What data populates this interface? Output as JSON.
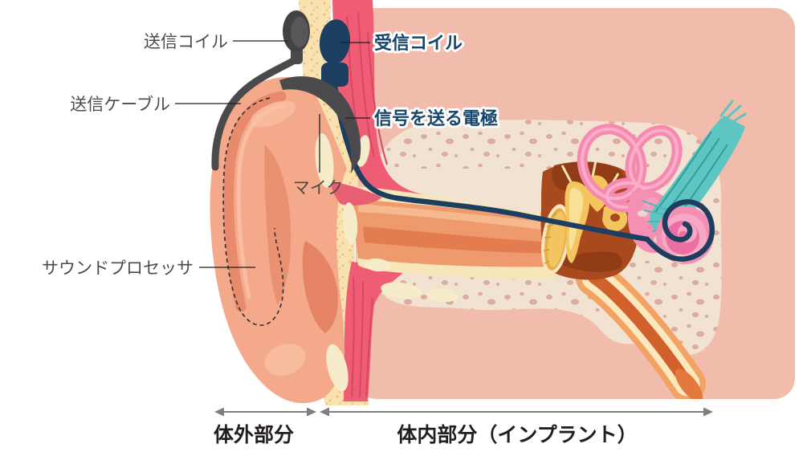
{
  "labels": {
    "transmitter_coil": "送信コイル",
    "transmitter_cable": "送信ケーブル",
    "microphone": "マイク",
    "sound_processor": "サウンドプロセッサ",
    "receiver_coil": "受信コイル",
    "electrode": "信号を送る電極"
  },
  "regions": {
    "external": "体外部分",
    "internal": "体内部分（インプラント）"
  },
  "colors": {
    "body_background": "#F2BCAD",
    "bone": "#F1E2D2",
    "bone_speckle": "#DBABA1",
    "skin_cream": "#F8E3B0",
    "muscle_red": "#EE5D73",
    "ear_salmon": "#F5A98B",
    "canal_orange": "#EF9A6C",
    "cavity_brown": "#A8491E",
    "ossicle_yellow": "#F3C55C",
    "canal_pink": "#F689AF",
    "cochlea_pink": "#F48FB3",
    "nerve_teal": "#5EC5C2",
    "device_gray": "#4A4A4C",
    "implant_navy": "#1C3E60",
    "label_gray": "#4B4B4B",
    "label_navy": "#17466B",
    "arrow_gray": "#7E7E7E",
    "text_black": "#221E1C"
  }
}
